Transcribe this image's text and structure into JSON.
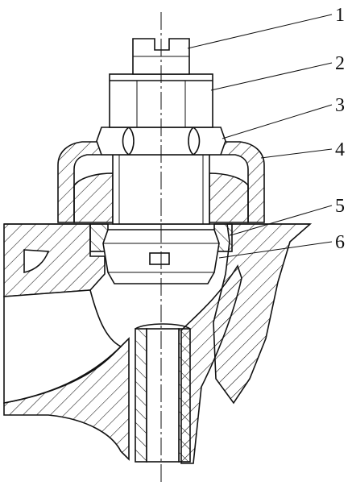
{
  "callouts": [
    {
      "id": "1",
      "text": "1"
    },
    {
      "id": "2",
      "text": "2"
    },
    {
      "id": "3",
      "text": "3"
    },
    {
      "id": "4",
      "text": "4"
    },
    {
      "id": "5",
      "text": "5"
    },
    {
      "id": "6",
      "text": "6"
    }
  ],
  "colors": {
    "ink": "#111111",
    "paper": "#ffffff"
  }
}
